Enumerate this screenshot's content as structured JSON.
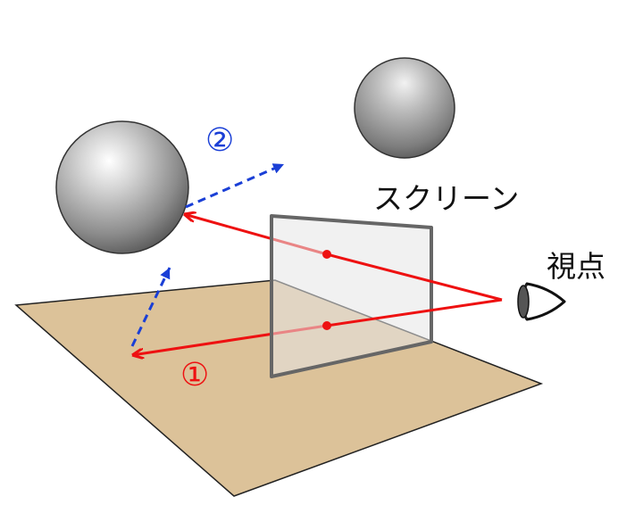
{
  "labels": {
    "screen": "スクリーン",
    "viewpoint": "視点",
    "ray_primary": "①",
    "ray_secondary": "②"
  },
  "colors": {
    "floor": "#dcc299",
    "screen_border": "#666666",
    "primary_ray": "#ee1111",
    "secondary_ray": "#1a3fd6",
    "sphere_light": "#ffffff",
    "sphere_dark": "#555555",
    "outline": "#222222"
  },
  "icons": {
    "viewer": "eye-icon"
  }
}
